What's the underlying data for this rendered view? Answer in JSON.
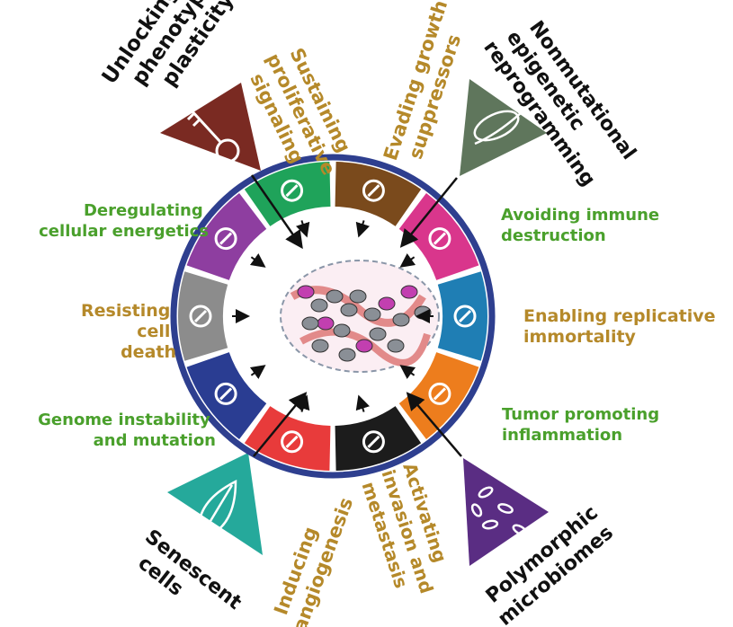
{
  "colors": {
    "ring_border": "#2e3f8f",
    "gold_text": "#b5892a",
    "green_text": "#4aa02c",
    "black_text": "#111111",
    "phenotypic_wedge": "#7a2a22",
    "epigenetic_wedge": "#5f765c",
    "senescent_wedge": "#25a99b",
    "microbiome_wedge": "#5a2d83"
  },
  "hallmarks": [
    {
      "id": "proliferative",
      "label": "Sustaining proliferative signaling",
      "color": "#1fa35a",
      "icon": "arrow-up-right-icon"
    },
    {
      "id": "growth-suppressors",
      "label": "Evading growth suppressors",
      "color": "#7a4a1c",
      "icon": "prohibited-icon"
    },
    {
      "id": "immune",
      "label": "Avoiding immune destruction",
      "color": "#d9368c",
      "icon": "pacman-icon"
    },
    {
      "id": "replicative",
      "label": "Enabling replicative immortality",
      "color": "#1f7eb4",
      "icon": "infinity-icon"
    },
    {
      "id": "inflammation",
      "label": "Tumor promoting inflammation",
      "color": "#ed7d1d",
      "icon": "fire-icon"
    },
    {
      "id": "invasion",
      "label": "Activating invasion and metastasis",
      "color": "#1c1c1c",
      "icon": "crab-icon"
    },
    {
      "id": "angiogenesis",
      "label": "Inducing angiogenesis",
      "color": "#e83b3b",
      "icon": "vessel-icon"
    },
    {
      "id": "genome",
      "label": "Genome instability and mutation",
      "color": "#2a3d92",
      "icon": "dna-icon"
    },
    {
      "id": "cell-death",
      "label": "Resisting cell death",
      "color": "#8c8c8c",
      "icon": "cross-icon"
    },
    {
      "id": "energetics",
      "label": "Deregulating cellular energetics",
      "color": "#8e3ea0",
      "icon": "atom-icon"
    }
  ],
  "labels": {
    "phenotypic": [
      "Unlocking",
      "phenotypic",
      "plasticity"
    ],
    "proliferative": [
      "Sustaining",
      "proliferative",
      "signaling"
    ],
    "growth": [
      "Evading growth",
      "suppressors"
    ],
    "epigenetic": [
      "Nonmutational",
      "epigenetic",
      "reprogramming"
    ],
    "energetics": [
      "Deregulating",
      "cellular energetics"
    ],
    "immune": [
      "Avoiding immune",
      "destruction"
    ],
    "cell_death": [
      "Resisting",
      "cell",
      "death"
    ],
    "replicative": [
      "Enabling replicative",
      "immortality"
    ],
    "genome": [
      "Genome instability",
      "and mutation"
    ],
    "inflammation": [
      "Tumor promoting",
      "inflammation"
    ],
    "senescent": [
      "Senescent",
      "cells"
    ],
    "angiogenesis": [
      "Inducing",
      "angiogenesis"
    ],
    "invasion": [
      "Activating",
      "invasion and",
      "metastasis"
    ],
    "microbiome": [
      "Polymorphic",
      "microbiomes"
    ]
  }
}
